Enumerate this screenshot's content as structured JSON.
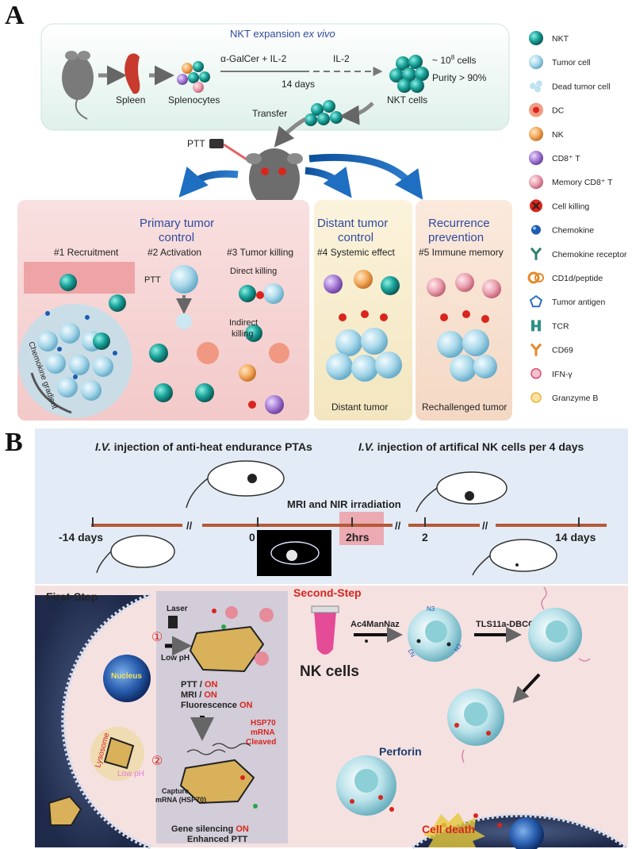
{
  "panel_a": {
    "letter": "A",
    "expansion": {
      "title_main": "NKT expansion ",
      "title_italic": "ex vivo",
      "spleen": "Spleen",
      "splenocytes": "Splenocytes",
      "stim1": "α-GalCer + IL-2",
      "stim2": "IL-2",
      "days": "14 days",
      "count_prefix": "~ 10",
      "count_exp": "8",
      "count_suffix": " cells",
      "purity": "Purity > 90%",
      "nkt_cells": "NKT cells"
    },
    "transfer": "Transfer",
    "ptt": "PTT",
    "primary": {
      "title_l1": "Primary tumor",
      "title_l2": "control"
    },
    "distant": {
      "title_l1": "Distant tumor",
      "title_l2": "control"
    },
    "recurrence": {
      "title_l1": "Recurrence",
      "title_l2": "prevention"
    },
    "steps": {
      "s1": "#1 Recruitment",
      "s2": "#2 Activation",
      "s3": "#3 Tumor killing",
      "s4": "#4 Systemic effect",
      "s5": "#5 Immune memory"
    },
    "ptt_small": "PTT",
    "direct_killing": "Direct killing",
    "indirect_l1": "Indirect",
    "indirect_l2": "killing",
    "chemokine_gradient": "Chemokine gradient",
    "distant_tumor": "Distant tumor",
    "rechallenged_tumor": "Rechallenged tumor"
  },
  "legend": {
    "items": [
      {
        "label": "NKT",
        "icon": "nkt-cell-icon"
      },
      {
        "label": "Tumor cell",
        "icon": "tumor-cell-icon"
      },
      {
        "label": "Dead tumor cell",
        "icon": "dead-tumor-cell-icon"
      },
      {
        "label": "DC",
        "icon": "dc-icon"
      },
      {
        "label": "NK",
        "icon": "nk-cell-icon"
      },
      {
        "label": "CD8⁺ T",
        "icon": "cd8-t-cell-icon"
      },
      {
        "label": "Memory CD8⁺ T",
        "icon": "memory-cd8-t-cell-icon"
      },
      {
        "label": "Cell killing",
        "icon": "cell-killing-icon"
      },
      {
        "label": "Chemokine",
        "icon": "chemokine-icon"
      },
      {
        "label": "Chemokine receptor",
        "icon": "chemokine-receptor-icon"
      },
      {
        "label": "CD1d/peptide",
        "icon": "cd1d-peptide-icon"
      },
      {
        "label": "Tumor antigen",
        "icon": "tumor-antigen-icon"
      },
      {
        "label": "TCR",
        "icon": "tcr-icon"
      },
      {
        "label": "CD69",
        "icon": "cd69-icon"
      },
      {
        "label": "IFN-γ",
        "icon": "ifn-gamma-icon"
      },
      {
        "label": "Granzyme B",
        "icon": "granzyme-b-icon"
      }
    ]
  },
  "panel_b": {
    "letter": "B",
    "iv1_italic": "I.V.",
    "iv1_rest": " injection of anti-heat endurance PTAs",
    "iv2_italic": "I.V.",
    "iv2_rest": " injection of artifical NK cells per 4 days",
    "mri": "MRI and NIR irradiation",
    "t_minus14": "-14 days",
    "t0": "0",
    "t2hrs": "2hrs",
    "t2": "2",
    "t14": "14 days",
    "break": "//",
    "first_step": "First-Step",
    "second_step": "Second-Step",
    "nucleus": "Nucleus",
    "lysosome": "Lysosome",
    "low_ph_cell": "Low pH",
    "laser": "Laser",
    "low_ph": "Low pH",
    "step1": "①",
    "step2": "②",
    "ptt_on_a": "PTT / ",
    "mri_on_a": "MRI / ",
    "fluor_a": "Fluorescence ",
    "on": "ON",
    "hsp70_l1": "HSP70",
    "hsp70_l2": "mRNA",
    "hsp70_l3": "Cleaved",
    "capture_l1": "Capture",
    "capture_l2": "mRNA (HSP70)",
    "gene_silencing_a": "Gene silencing ",
    "enhanced_ptt": "Enhanced PTT",
    "ac4": "Ac4ManNaz",
    "tls": "TLS11a-DBCO",
    "nk_cells": "NK cells",
    "n3": "N3",
    "perforin": "Perforin",
    "cell_death": "Cell death"
  },
  "colors": {
    "nkt": "#1aa39a",
    "title_blue": "#2f4a9e",
    "accent_red": "#d9251d",
    "tumor": "#9fd3e8",
    "primary_bg": "#f6d6d6",
    "distant_bg": "#f7eed0",
    "recurrence_bg": "#f8e3d2",
    "timeline": "#b55a38",
    "b_top_bg": "#e3ecf6",
    "b_bottom_bg": "#f6e1e1"
  }
}
